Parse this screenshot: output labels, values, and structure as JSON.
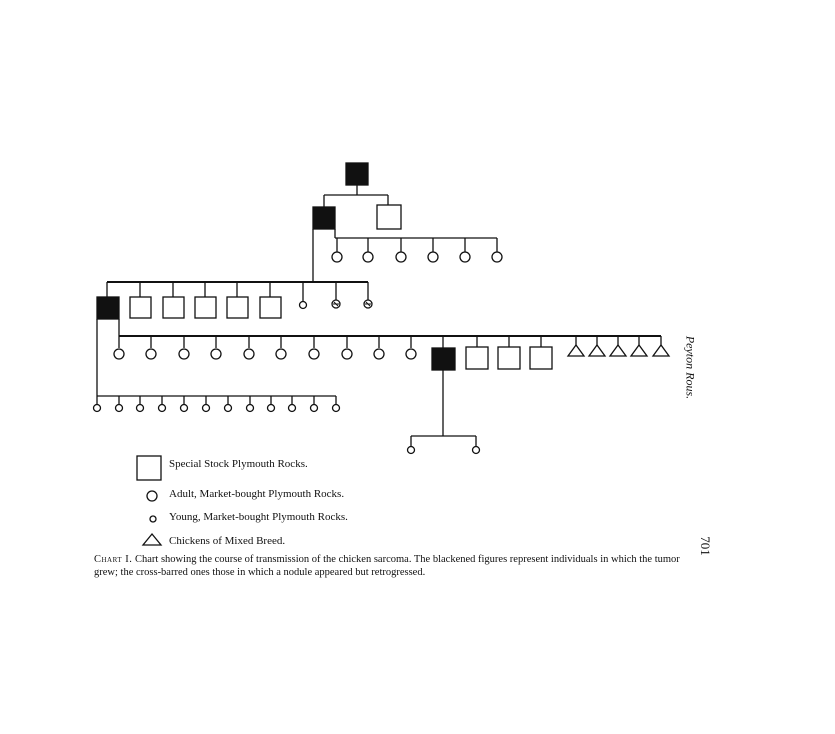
{
  "legend": {
    "square": "Special Stock Plymouth Rocks.",
    "large_circle": "Adult, Market-bought Plymouth Rocks.",
    "small_circle": "Young, Market-bought Plymouth Rocks.",
    "triangle": "Chickens of Mixed Breed."
  },
  "caption": {
    "lead": "Chart I.",
    "text": " Chart showing the course of transmission of the chicken sarcoma. The blackened figures represent individuals in which the tumor grew; the cross-barred ones those in which a nodule appeared but retrogressed."
  },
  "margin": {
    "author": "Peyton Rous.",
    "page_number": "701"
  },
  "colors": {
    "ink": "#111111",
    "paper": "#ffffff"
  }
}
